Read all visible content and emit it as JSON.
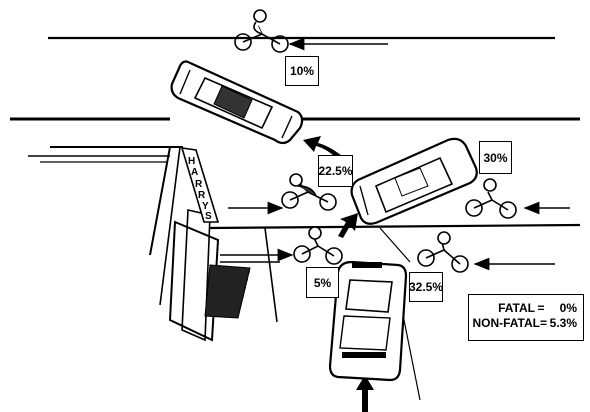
{
  "shop_sign": {
    "letters": [
      "H",
      "A",
      "R",
      "R",
      "Y",
      "S"
    ]
  },
  "percentages": {
    "top_cyclist": "10%",
    "left_turning_car": "22.5%",
    "oncoming_car": "30%",
    "lower_cyclist": "5%",
    "straight_car": "32.5%"
  },
  "statistics": {
    "fatal_label": "FATAL",
    "fatal_value": "0%",
    "nonfatal_label": "NON-FATAL",
    "nonfatal_value": "5.3%"
  },
  "colors": {
    "ink": "#000000",
    "paper": "#ffffff"
  }
}
